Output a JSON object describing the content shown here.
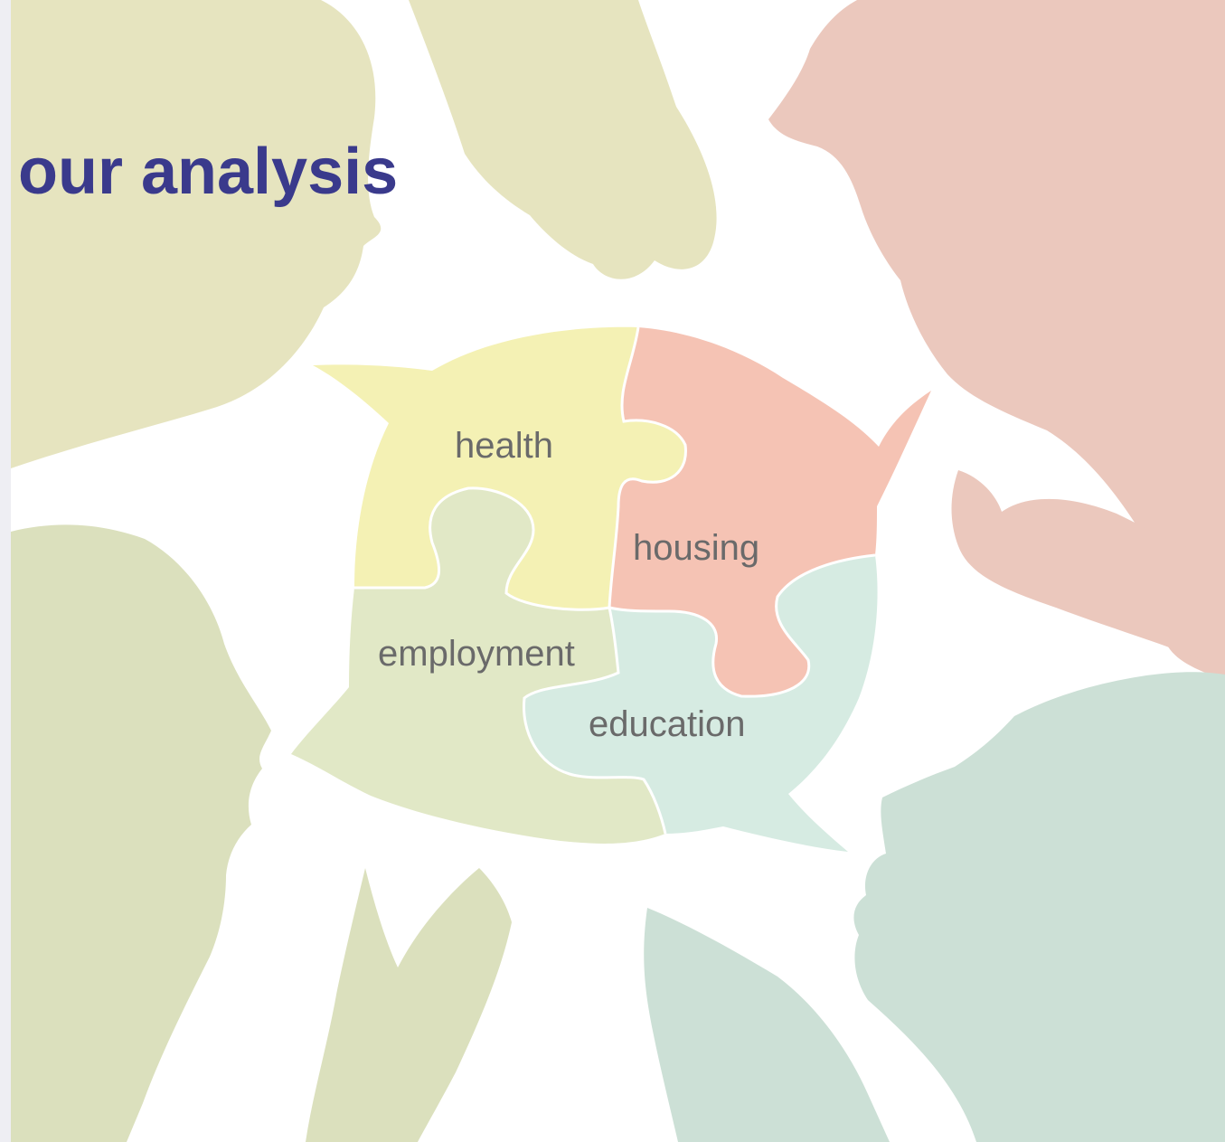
{
  "slide": {
    "title": "our analysis",
    "puzzle_pieces": [
      {
        "label": "health",
        "color": "#f4f1b4"
      },
      {
        "label": "housing",
        "color": "#f5c3b4"
      },
      {
        "label": "employment",
        "color": "#e1e8c6"
      },
      {
        "label": "education",
        "color": "#d6ebe2"
      }
    ],
    "colors": {
      "title": "#3a3a8c",
      "label_text": "#6a6a6a",
      "silhouette_yellow": "#e6e4bf",
      "silhouette_pink": "#ebc8bd",
      "silhouette_olive": "#dbe0bd",
      "silhouette_teal": "#cce0d6"
    }
  }
}
